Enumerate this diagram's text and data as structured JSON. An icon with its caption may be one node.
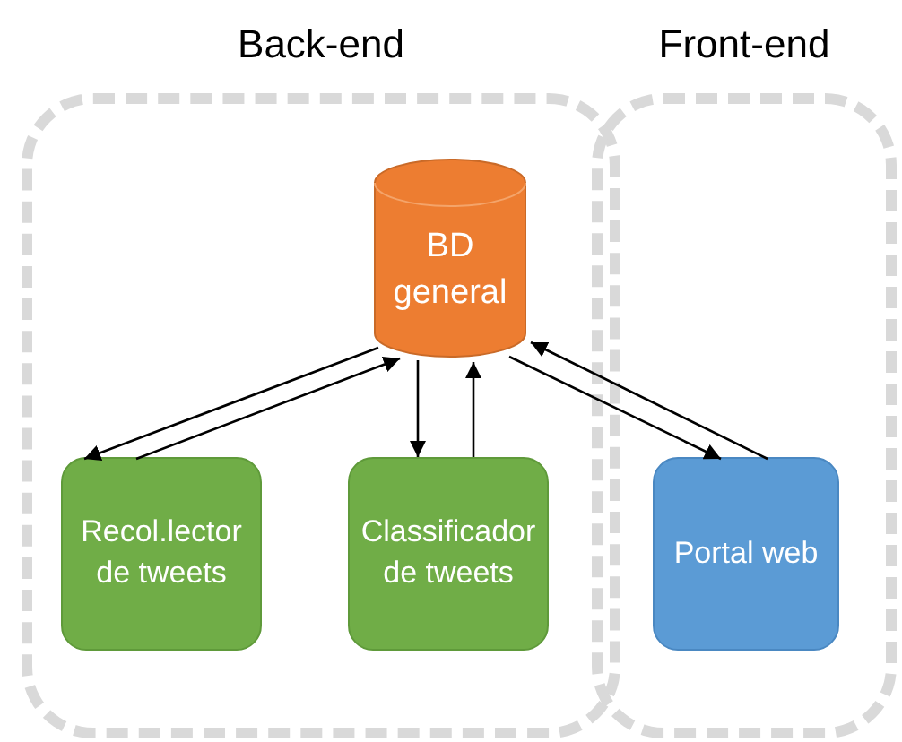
{
  "diagram": {
    "nodes": [
      {
        "text": [
          "Back-end"
        ]
      },
      {
        "text": [
          "Front-end"
        ]
      },
      {
        "text": [
          "BD general"
        ],
        "in": 0
      },
      {
        "text": [
          "Recol.lector de tweets"
        ],
        "in": 0
      },
      {
        "text": [
          "Classificador de tweets"
        ],
        "in": 0
      },
      {
        "text": [
          "Portal web"
        ],
        "in": 1
      }
    ],
    "edges": [
      {
        "from": 2,
        "to": 3,
        "arrow": "to"
      },
      {
        "from": 3,
        "to": 2,
        "arrow": "to"
      },
      {
        "from": 2,
        "to": 4,
        "arrow": "to"
      },
      {
        "from": 4,
        "to": 2,
        "arrow": "to"
      },
      {
        "from": 2,
        "to": 5,
        "arrow": "to"
      },
      {
        "from": 5,
        "to": 2,
        "arrow": "to"
      }
    ]
  }
}
